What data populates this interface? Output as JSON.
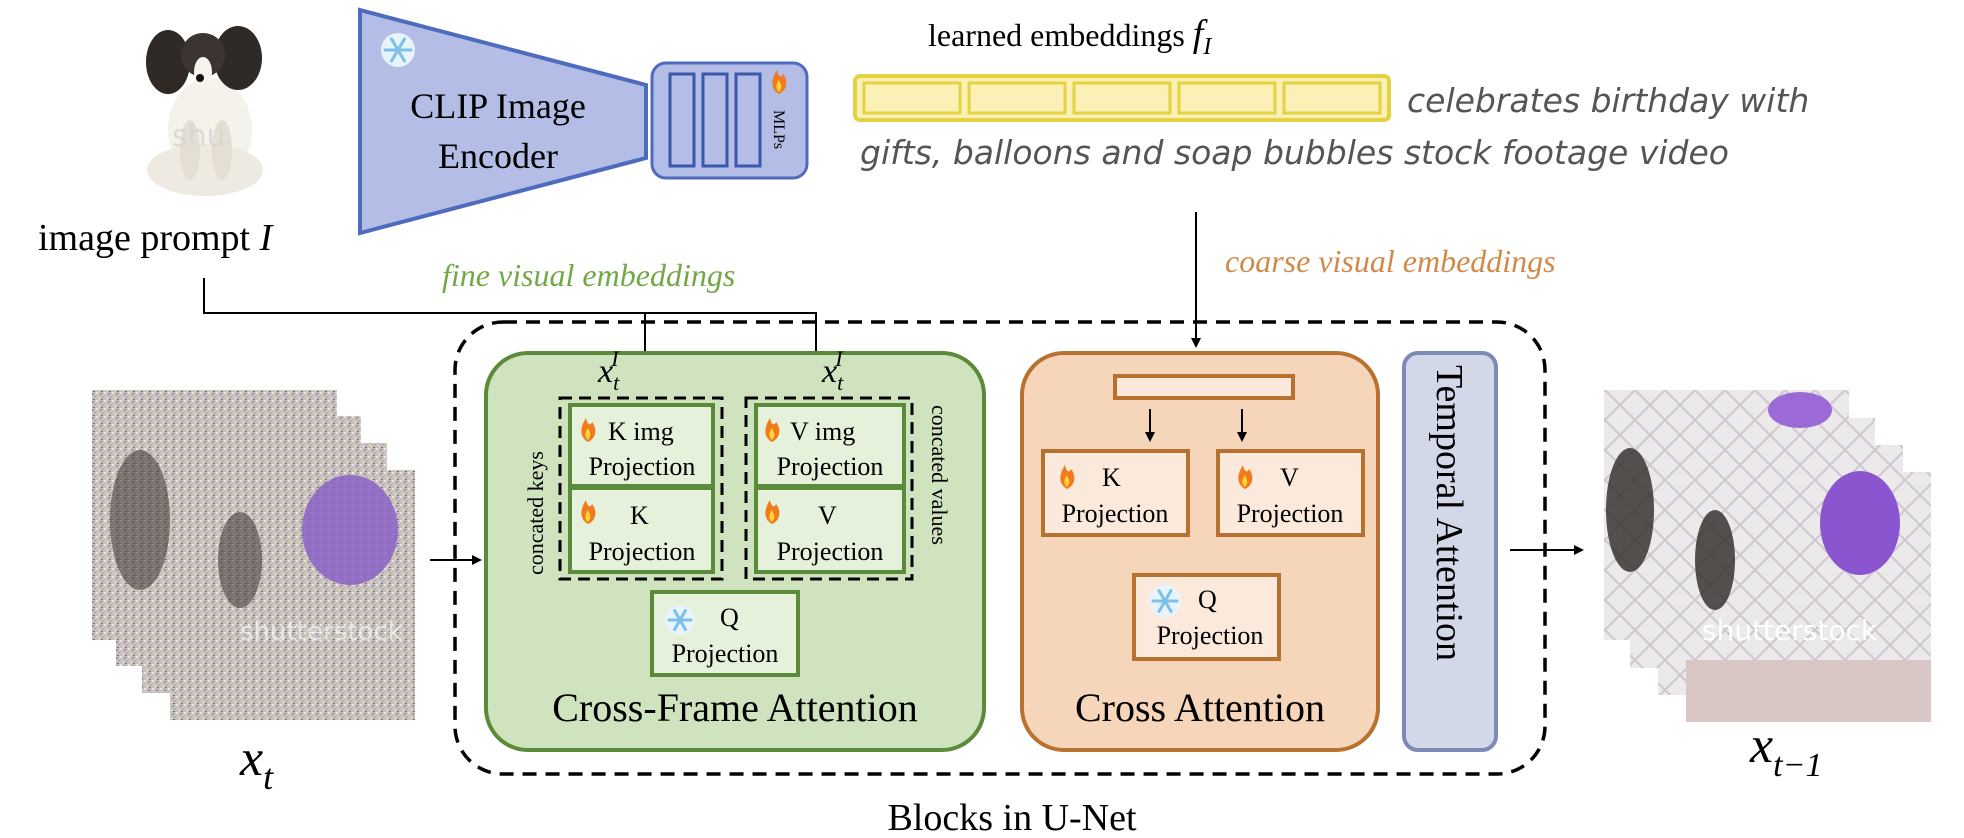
{
  "image_prompt": {
    "label": "image prompt ",
    "symbol": "I"
  },
  "encoder": {
    "line1": "CLIP Image",
    "line2": "Encoder"
  },
  "mlps_label": "MLPs",
  "learned_embeddings": {
    "label": "learned embeddings ",
    "symbol": "f",
    "subscript": "I"
  },
  "caption": {
    "line1": "celebrates birthday with",
    "line2": "gifts, balloons and soap bubbles stock footage video"
  },
  "fine_visual_embeddings": "fine visual embeddings",
  "coarse_visual_embeddings": "coarse visual embeddings",
  "xt_I": {
    "base": "x",
    "sub": "t",
    "sup": "I"
  },
  "cross_frame": {
    "title": "Cross-Frame Attention",
    "concated_keys": "concated keys",
    "concated_values": "concated values",
    "k_img": {
      "line1": "K img",
      "line2": "Projection"
    },
    "k": {
      "line1": "K",
      "line2": "Projection"
    },
    "v_img": {
      "line1": "V img",
      "line2": "Projection"
    },
    "v": {
      "line1": "V",
      "line2": "Projection"
    },
    "q": {
      "line1": "Q",
      "line2": "Projection"
    }
  },
  "cross_attention": {
    "title": "Cross Attention",
    "k": {
      "line1": "K",
      "line2": "Projection"
    },
    "v": {
      "line1": "V",
      "line2": "Projection"
    },
    "q": {
      "line1": "Q",
      "line2": "Projection"
    }
  },
  "temporal_attention": "Temporal Attention",
  "x_t": {
    "base": "x",
    "sub": "t"
  },
  "x_t_minus_1": {
    "base": "x",
    "sub": "t−1"
  },
  "blocks_label": "Blocks in U-Net",
  "watermark": "shutterstock",
  "colors": {
    "encoder_fill": "#b3bde6",
    "encoder_stroke": "#4f6bbd",
    "embed_fill": "#fbf1b6",
    "embed_stroke": "#e5d240",
    "green_fill": "#cfe3bf",
    "green_stroke": "#5b8a3a",
    "green_inner": "#e6f1dc",
    "orange_fill": "#f6d6ba",
    "orange_stroke": "#b8712f",
    "orange_inner": "#fbeadb",
    "temporal_fill": "#d3d8e8",
    "temporal_stroke": "#7d8ab8",
    "fine_text": "#72a846",
    "coarse_text": "#d1894a"
  }
}
